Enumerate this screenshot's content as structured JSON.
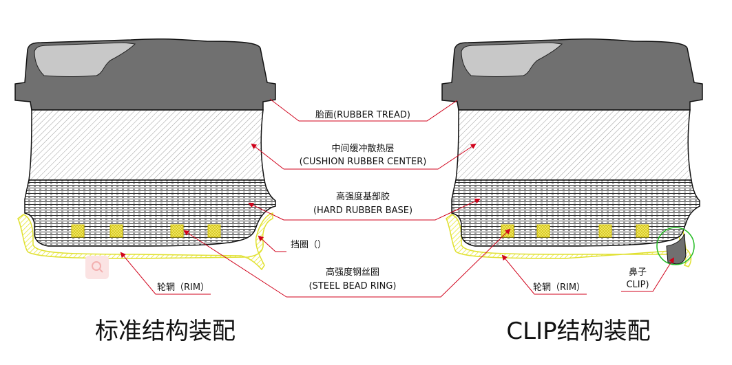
{
  "labels": {
    "tread": "胎面(RUBBER TREAD)",
    "cushion_cn": "中间缓冲散热层",
    "cushion_en": "(CUSHION RUBBER CENTER)",
    "base_cn": "高强度基部胶",
    "base_en": "(HARD RUBBER BASE)",
    "retainer": "挡圈（）",
    "bead_cn": "高强度钢丝圈",
    "bead_en": "(STEEL BEAD RING)",
    "rim_left": "轮辋（RIM）",
    "rim_right": "轮辋（RIM）",
    "clip_cn": "鼻子",
    "clip_en": "CLIP)"
  },
  "titles": {
    "left": "标准结构装配",
    "right": "CLIP结构装配"
  },
  "colors": {
    "tread_dark": "#707070",
    "tread_light": "#c8c8c8",
    "rim_yellow": "#f5f540",
    "bead_yellow": "#f4ea6a",
    "leader_red": "#d0021b",
    "clip_circle": "#22bb22",
    "hatch": "#888888"
  }
}
